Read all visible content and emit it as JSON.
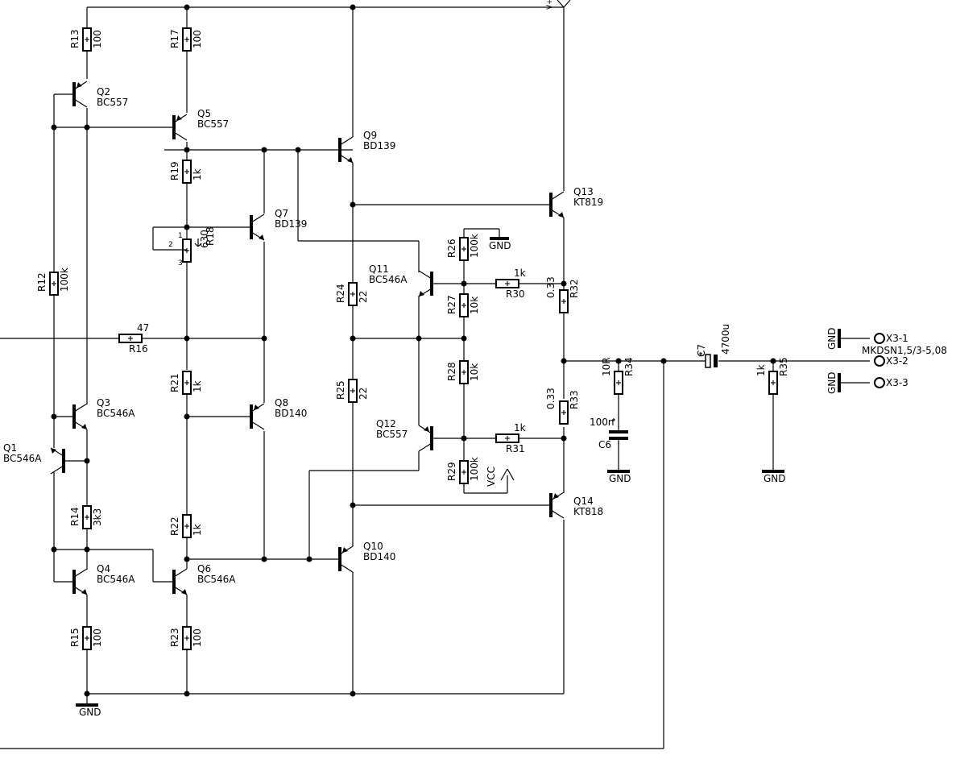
{
  "schematic": {
    "resistors": [
      {
        "name": "R13",
        "value": "100"
      },
      {
        "name": "R17",
        "value": "100"
      },
      {
        "name": "R19",
        "value": "1k"
      },
      {
        "name": "R18",
        "value": "630"
      },
      {
        "name": "R12",
        "value": "100k"
      },
      {
        "name": "R16",
        "value": "47"
      },
      {
        "name": "R21",
        "value": "1k"
      },
      {
        "name": "R22",
        "value": "1k"
      },
      {
        "name": "R23",
        "value": "100"
      },
      {
        "name": "R14",
        "value": "3k3"
      },
      {
        "name": "R15",
        "value": "100"
      },
      {
        "name": "R24",
        "value": "22"
      },
      {
        "name": "R25",
        "value": "22"
      },
      {
        "name": "R26",
        "value": "100k"
      },
      {
        "name": "R27",
        "value": "10k"
      },
      {
        "name": "R28",
        "value": "10k"
      },
      {
        "name": "R29",
        "value": "100k"
      },
      {
        "name": "R30",
        "value": "1k"
      },
      {
        "name": "R31",
        "value": "1k"
      },
      {
        "name": "R32",
        "value": "0.33"
      },
      {
        "name": "R33",
        "value": "0.33"
      },
      {
        "name": "R34",
        "value": "10R"
      },
      {
        "name": "R35",
        "value": "1k"
      }
    ],
    "transistors": [
      {
        "name": "Q1",
        "part": "BC546A"
      },
      {
        "name": "Q2",
        "part": "BC557"
      },
      {
        "name": "Q3",
        "part": "BC546A"
      },
      {
        "name": "Q4",
        "part": "BC546A"
      },
      {
        "name": "Q5",
        "part": "BC557"
      },
      {
        "name": "Q6",
        "part": "BC546A"
      },
      {
        "name": "Q7",
        "part": "BD139"
      },
      {
        "name": "Q8",
        "part": "BD140"
      },
      {
        "name": "Q9",
        "part": "BD139"
      },
      {
        "name": "Q10",
        "part": "BD140"
      },
      {
        "name": "Q11",
        "part": "BC546A"
      },
      {
        "name": "Q12",
        "part": "BC557"
      },
      {
        "name": "Q13",
        "part": "KT819"
      },
      {
        "name": "Q14",
        "part": "KT818"
      }
    ],
    "capacitors": [
      {
        "name": "C6",
        "value": "100n"
      },
      {
        "name": "C7",
        "value": "4700u"
      }
    ],
    "connector": {
      "part": "MKDSN1,5/3-5,08",
      "pins": [
        "X3-1",
        "X3-2",
        "X3-3"
      ]
    },
    "supplies": {
      "gnd": "GND",
      "vcc": "VCC",
      "vplus": "V+"
    },
    "trimmer_pins": {
      "p1": "1",
      "p2": "2",
      "p3": "3"
    }
  }
}
